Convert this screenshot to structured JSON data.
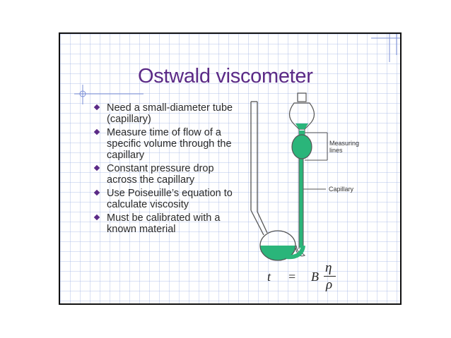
{
  "slide": {
    "title": "Ostwald viscometer",
    "bullets": [
      "Need a small-diameter tube (capillary)",
      "Measure time of flow of a specific volume through the capillary",
      "Constant pressure drop across the capillary",
      "Use Poiseuille’s equation to calculate viscosity",
      "Must be calibrated with a known material"
    ],
    "diagram": {
      "labels": {
        "measuring_line_1": "Measuring",
        "measuring_line_2": "lines",
        "capillary": "Capillary"
      },
      "fluid_color": "#2ab57a"
    },
    "formula": {
      "lhs": "t",
      "equals": "=",
      "coefficient": "B",
      "numerator": "η",
      "denominator": "ρ"
    }
  },
  "colors": {
    "title": "#5b2a86",
    "bullet": "#5b2a86",
    "grid": "#9aaae1",
    "fluid": "#2ab57a"
  }
}
